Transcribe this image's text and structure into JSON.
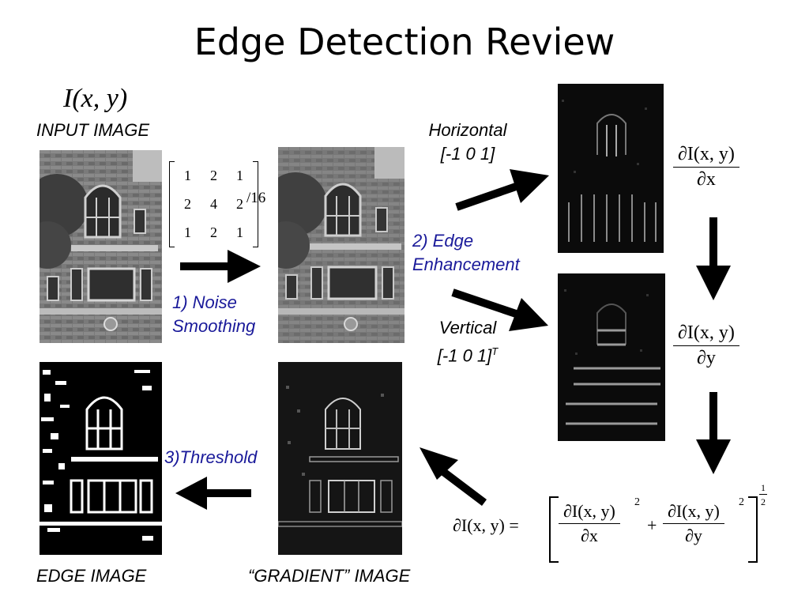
{
  "title": "Edge Detection Review",
  "input": {
    "formula": "I(x, y)",
    "caption": "INPUT IMAGE"
  },
  "kernel": {
    "rows": [
      [
        "1",
        "2",
        "1"
      ],
      [
        "2",
        "4",
        "2"
      ],
      [
        "1",
        "2",
        "1"
      ]
    ],
    "divisor": "/16"
  },
  "steps": {
    "smoothing": [
      "1) Noise",
      "Smoothing"
    ],
    "enhancement": [
      "2) Edge",
      "Enhancement"
    ],
    "threshold": "3)Threshold"
  },
  "filters": {
    "horizontal": [
      "Horizontal",
      "[-1 0 1]"
    ],
    "vertical_name": "Vertical",
    "vertical_kernel": "[-1 0 1]",
    "vertical_sup": "T"
  },
  "derivatives": {
    "dx_num": "∂I(x, y)",
    "dx_den": "∂x",
    "dy_num": "∂I(x, y)",
    "dy_den": "∂y"
  },
  "magnitude": {
    "lhs": "∂I(x, y) =",
    "num1": "∂I(x, y)",
    "den1": "∂x",
    "sq1": "2",
    "plus": "+",
    "num2": "∂I(x, y)",
    "den2": "∂y",
    "sq2": "2",
    "exp_num": "1",
    "exp_den": "2"
  },
  "captions": {
    "edge": "EDGE IMAGE",
    "gradient": "“GRADIENT” IMAGE"
  },
  "colors": {
    "step_text": "#1a1a9a",
    "arrow": "#000000"
  }
}
